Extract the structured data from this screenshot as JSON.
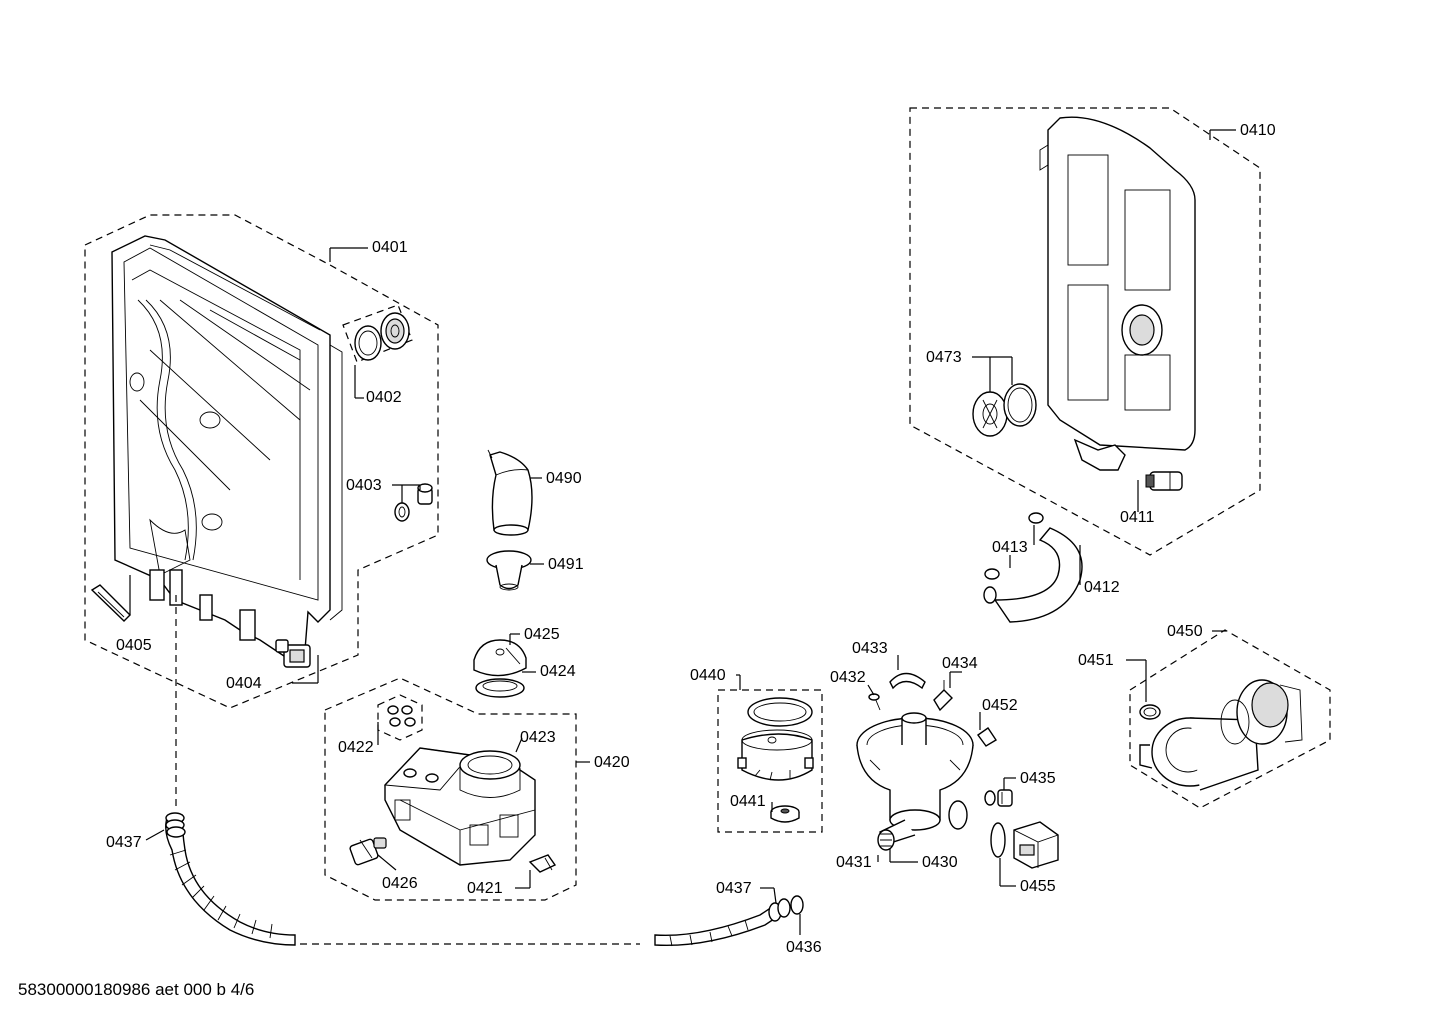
{
  "footer_code": "58300000180986 aet 000 b 4/6",
  "labels": {
    "p0401": "0401",
    "p0402": "0402",
    "p0403": "0403",
    "p0404": "0404",
    "p0405": "0405",
    "p0410": "0410",
    "p0411": "0411",
    "p0412": "0412",
    "p0413": "0413",
    "p0420": "0420",
    "p0421": "0421",
    "p0422": "0422",
    "p0423": "0423",
    "p0424": "0424",
    "p0425": "0425",
    "p0426": "0426",
    "p0430": "0430",
    "p0431": "0431",
    "p0432": "0432",
    "p0433": "0433",
    "p0434": "0434",
    "p0435": "0435",
    "p0436": "0436",
    "p0437a": "0437",
    "p0437b": "0437",
    "p0440": "0440",
    "p0441": "0441",
    "p0450": "0450",
    "p0451": "0451",
    "p0452": "0452",
    "p0455": "0455",
    "p0473": "0473",
    "p0490": "0490",
    "p0491": "0491"
  }
}
